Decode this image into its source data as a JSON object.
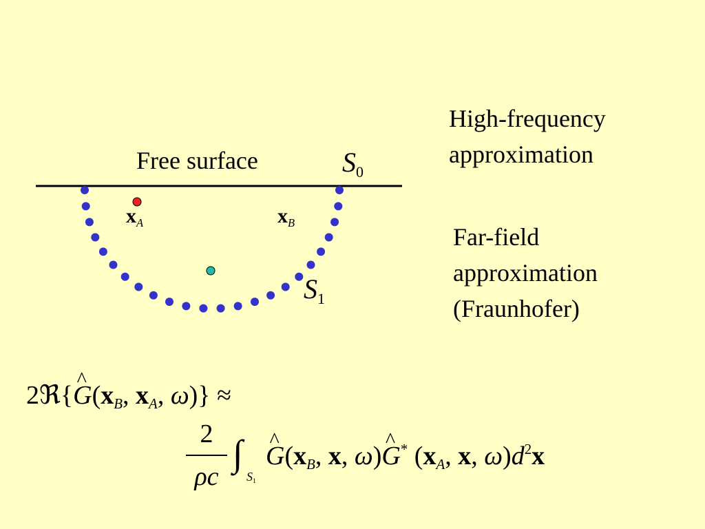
{
  "colors": {
    "background": "#FFFFC6",
    "dot": "#3333CC",
    "xA_dot": "#EE2222",
    "center_dot": "#22BBAA",
    "line": "#000000"
  },
  "labels": {
    "free_surface": "Free surface",
    "s0_main": "S",
    "s0_sub": "0",
    "s1_main": "S",
    "s1_sub": "1",
    "xA_main": "x",
    "xA_sub": "A",
    "xB_main": "x",
    "xB_sub": "B"
  },
  "notes": {
    "high_frequency": [
      "High-frequency",
      "approximation"
    ],
    "far_field": [
      "Far-field",
      "approximation",
      "(Fraunhofer)"
    ]
  },
  "equation": {
    "lhs_prefix": "2ℜ{",
    "G": "G",
    "open": "(",
    "xB": "x",
    "B": "B",
    "comma": ",",
    "xA": "x",
    "A": "A",
    "omega": "ω",
    "lhs_close": ")}",
    "approx": "≈",
    "frac_num": "2",
    "frac_den": "ρc",
    "integral": "∫",
    "int_sub_S": "S",
    "int_sub_1": "1",
    "x": "x",
    "star": "*",
    "close": ")",
    "d": "d",
    "two": "2"
  }
}
